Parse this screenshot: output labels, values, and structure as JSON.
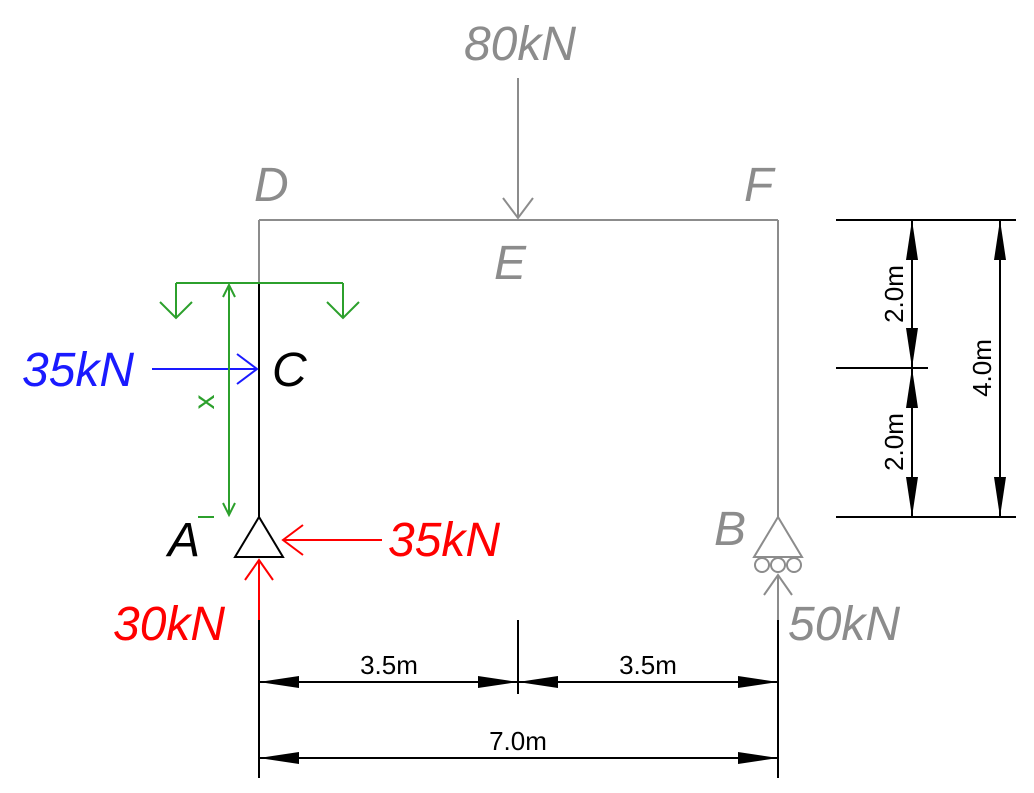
{
  "nodes": {
    "A": "A",
    "B": "B",
    "C": "C",
    "D": "D",
    "E": "E",
    "F": "F"
  },
  "loads": {
    "top": "80kN",
    "left_applied": "35kN",
    "reaction_horizontal": "35kN",
    "reaction_a_vertical": "30kN",
    "reaction_b_vertical": "50kN"
  },
  "section_variable": "x",
  "dimensions": {
    "span_left": "3.5m",
    "span_right": "3.5m",
    "span_total": "7.0m",
    "height_upper": "2.0m",
    "height_lower": "2.0m",
    "height_total": "4.0m"
  },
  "colors": {
    "frame_gray": "#8c8c8c",
    "member_black": "#000000",
    "applied_load_blue": "#1a1aff",
    "reaction_red": "#ff0000",
    "section_green": "#2ca02c"
  }
}
